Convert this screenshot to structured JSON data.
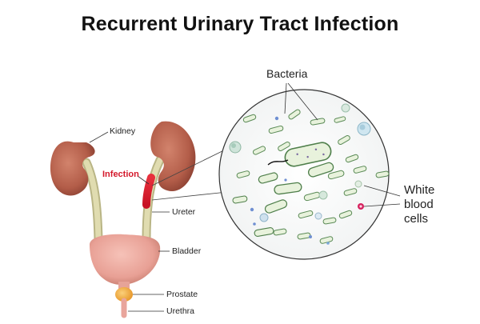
{
  "title": "Recurrent Urinary Tract Infection",
  "labels": {
    "kidney": "Kidney",
    "infection": "Infection",
    "ureter": "Ureter",
    "bladder": "Bladder",
    "prostate": "Prostate",
    "urethra": "Urethra",
    "bacteria": "Bacteria",
    "white_blood_cells_line1": "White",
    "white_blood_cells_line2": "blood",
    "white_blood_cells_line3": "cells"
  },
  "colors": {
    "kidney": "#b9634f",
    "ureter": "#d9d6a8",
    "bladder": "#e9a59c",
    "prostate": "#f2b24a",
    "infection": "#d4182b",
    "bacteria_fill": "#e4f0d8",
    "bacteria_stroke": "#5a8a56"
  }
}
